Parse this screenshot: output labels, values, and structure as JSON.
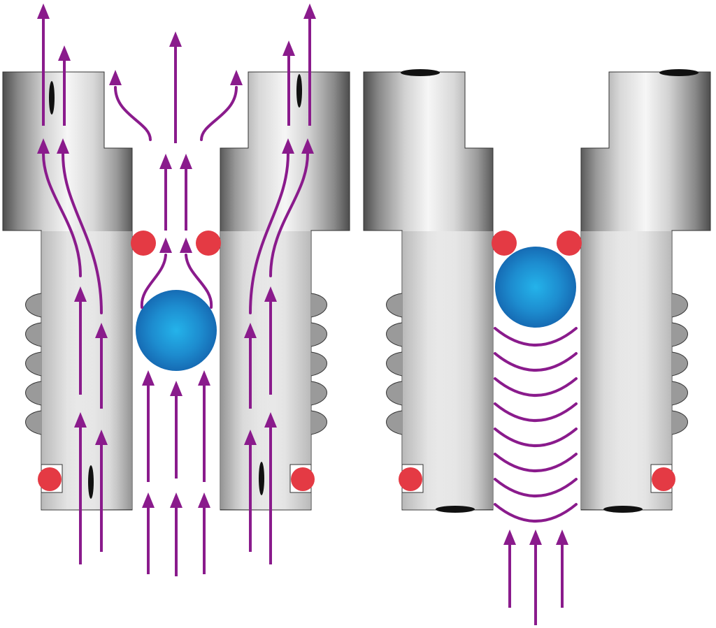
{
  "diagram": {
    "panels": [
      {
        "id": "left",
        "state": "open"
      },
      {
        "id": "right",
        "state": "closed"
      }
    ],
    "colors": {
      "flow_arrow": "#8a1b8c",
      "ball": "#1e7fc8",
      "ball_highlight": "#22b0e8",
      "seal": "#e43a44",
      "body_light": "#f4f4f4",
      "body_dark": "#5a5a5a",
      "outline": "#333333",
      "gasket": "#111111"
    }
  }
}
